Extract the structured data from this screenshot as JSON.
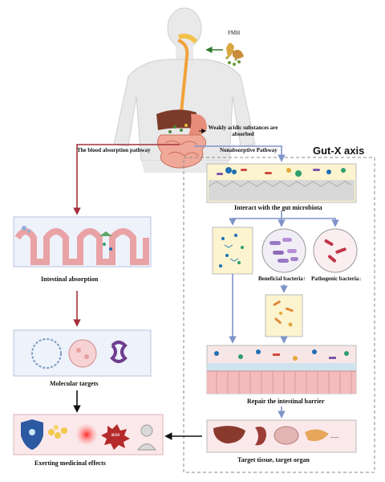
{
  "labels": {
    "fmh": "FMH",
    "weakly_acidic": "Weakly acidic substances are absorbed",
    "blood_pathway": "The blood absorption pathway",
    "nonabsorptive_pathway": "Nonabsorptive Pathway",
    "gut_x_axis": "Gut-X axis",
    "interact_microbiota": "Interact with the gut microbiota",
    "beneficial_bacteria": "Beneficial bacteria↑",
    "pathogenic_bacteria": "Pathogenic bacteria↓",
    "repair_barrier": "Repair the intestinal barrier",
    "target_tissue": "Target tissue, target organ",
    "intestinal_absorption": "Intestinal absorption",
    "molecular_targets": "Molecular targets",
    "exerting_effects": "Exerting medicinal effects",
    "ros": "ROS",
    "ellipsis": "......"
  },
  "colors": {
    "blood_arrow": "#a3323b",
    "nonabsorptive_arrow": "#7f94c8",
    "black_arrow": "#111111",
    "body_skin": "#e9e9ea",
    "panel_blue": "#eef2fa",
    "panel_pink": "#fbe8ea",
    "panel_yellow": "#fbf4cf",
    "dashed_border": "#8a8a8a",
    "tissue_pink": "#f4bcbd"
  },
  "icons": [
    "shield-icon",
    "pill-icon",
    "inflammation-icon",
    "ros-icon",
    "person-icon",
    "liver-icon",
    "kidney-icon",
    "brain-icon",
    "pancreas-icon",
    "herb-icon",
    "bacteria-icon"
  ]
}
